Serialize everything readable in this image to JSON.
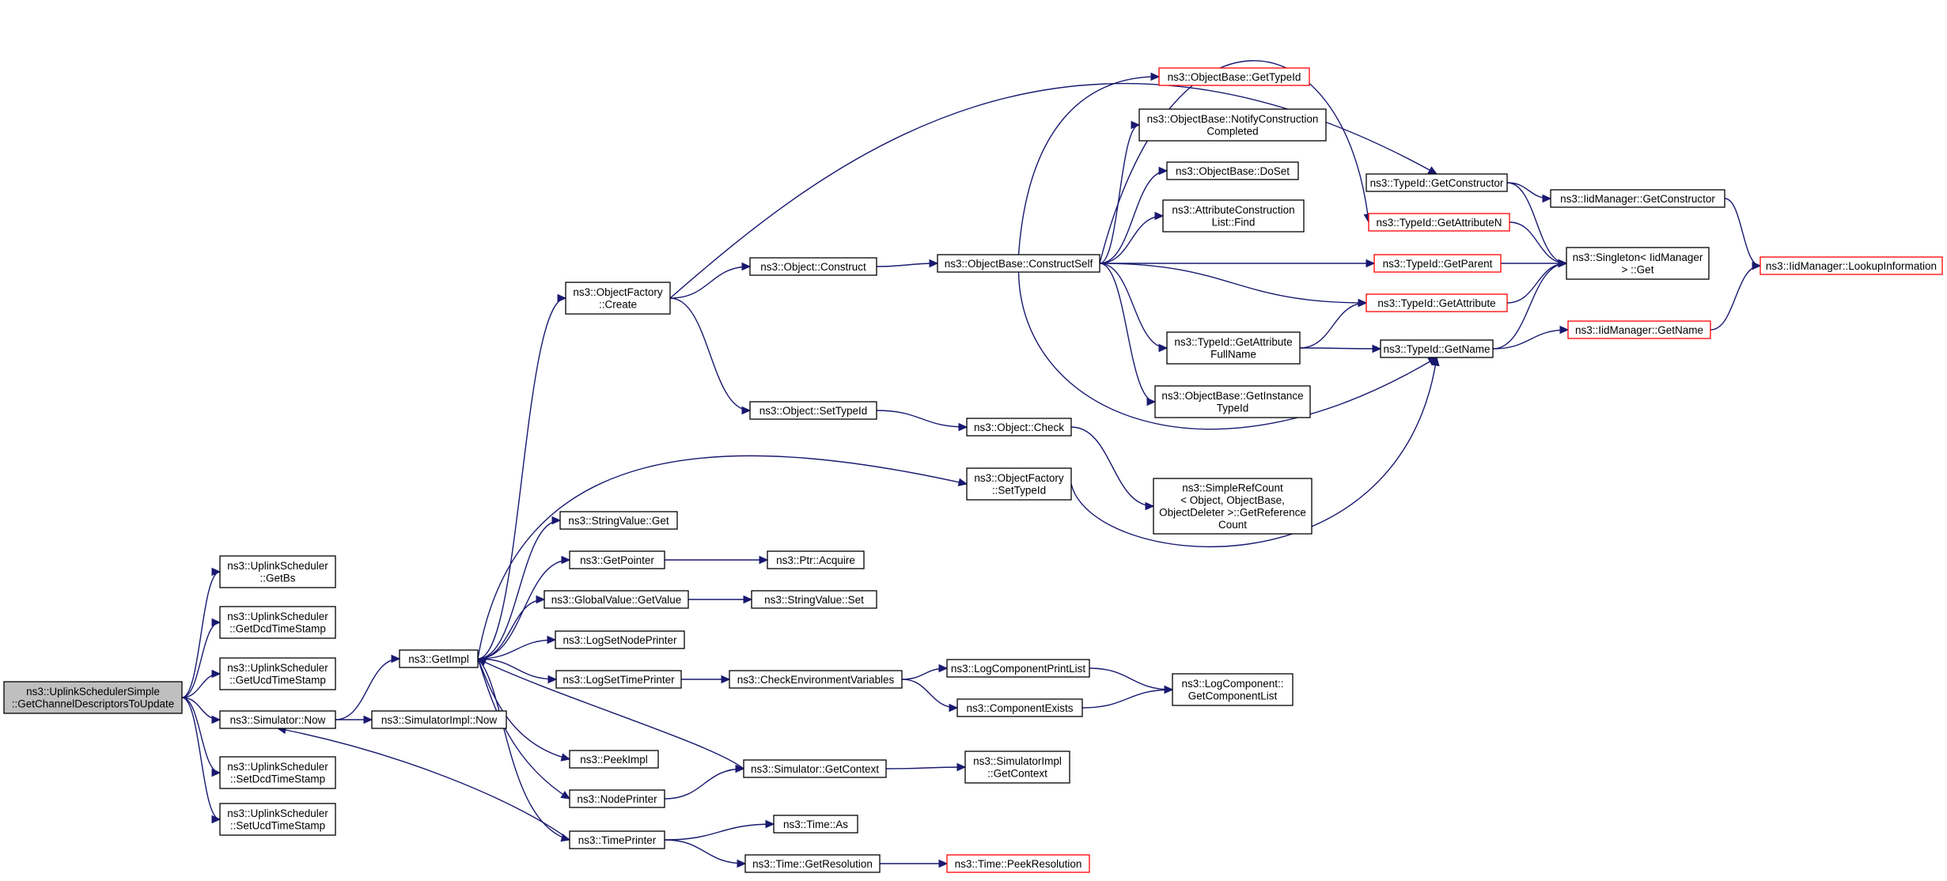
{
  "colors": {
    "edge": "#191970",
    "border": "#000000",
    "truncated_border": "#ff0000",
    "root_fill": "#bfbfbf"
  },
  "nodes": [
    {
      "id": "root",
      "lines": [
        "ns3::UplinkSchedulerSimple",
        "::GetChannelDescriptorsToUpdate"
      ],
      "style": "root"
    },
    {
      "id": "getbs",
      "lines": [
        "ns3::UplinkScheduler",
        "::GetBs"
      ]
    },
    {
      "id": "getdcd",
      "lines": [
        "ns3::UplinkScheduler",
        "::GetDcdTimeStamp"
      ]
    },
    {
      "id": "getucd",
      "lines": [
        "ns3::UplinkScheduler",
        "::GetUcdTimeStamp"
      ]
    },
    {
      "id": "simnow",
      "lines": [
        "ns3::Simulator::Now"
      ]
    },
    {
      "id": "setdcd",
      "lines": [
        "ns3::UplinkScheduler",
        "::SetDcdTimeStamp"
      ]
    },
    {
      "id": "setucd",
      "lines": [
        "ns3::UplinkScheduler",
        "::SetUcdTimeStamp"
      ]
    },
    {
      "id": "getimpl",
      "lines": [
        "ns3::GetImpl"
      ]
    },
    {
      "id": "simimplnow",
      "lines": [
        "ns3::SimulatorImpl::Now"
      ]
    },
    {
      "id": "ofcreate",
      "lines": [
        "ns3::ObjectFactory",
        "::Create"
      ]
    },
    {
      "id": "ofsettid",
      "lines": [
        "ns3::ObjectFactory",
        "::SetTypeId"
      ]
    },
    {
      "id": "strget",
      "lines": [
        "ns3::StringValue::Get"
      ]
    },
    {
      "id": "getpointer",
      "lines": [
        "ns3::GetPointer"
      ]
    },
    {
      "id": "gvgetvalue",
      "lines": [
        "ns3::GlobalValue::GetValue"
      ]
    },
    {
      "id": "lognode",
      "lines": [
        "ns3::LogSetNodePrinter"
      ]
    },
    {
      "id": "logtime",
      "lines": [
        "ns3::LogSetTimePrinter"
      ]
    },
    {
      "id": "peekimpl",
      "lines": [
        "ns3::PeekImpl"
      ]
    },
    {
      "id": "nodeprinter",
      "lines": [
        "ns3::NodePrinter"
      ]
    },
    {
      "id": "timeprinter",
      "lines": [
        "ns3::TimePrinter"
      ]
    },
    {
      "id": "objconstruct",
      "lines": [
        "ns3::Object::Construct"
      ]
    },
    {
      "id": "objsettid",
      "lines": [
        "ns3::Object::SetTypeId"
      ]
    },
    {
      "id": "ptracquire",
      "lines": [
        "ns3::Ptr::Acquire"
      ]
    },
    {
      "id": "strset",
      "lines": [
        "ns3::StringValue::Set"
      ]
    },
    {
      "id": "checkenv",
      "lines": [
        "ns3::CheckEnvironmentVariables"
      ]
    },
    {
      "id": "simgetctx",
      "lines": [
        "ns3::Simulator::GetContext"
      ]
    },
    {
      "id": "timeas",
      "lines": [
        "ns3::Time::As"
      ]
    },
    {
      "id": "timegetres",
      "lines": [
        "ns3::Time::GetResolution"
      ]
    },
    {
      "id": "obconstructself",
      "lines": [
        "ns3::ObjectBase::ConstructSelf"
      ]
    },
    {
      "id": "objcheck",
      "lines": [
        "ns3::Object::Check"
      ]
    },
    {
      "id": "logcomplist",
      "lines": [
        "ns3::LogComponentPrintList"
      ]
    },
    {
      "id": "compexists",
      "lines": [
        "ns3::ComponentExists"
      ]
    },
    {
      "id": "simimplctx",
      "lines": [
        "ns3::SimulatorImpl",
        "::GetContext"
      ]
    },
    {
      "id": "timepeekres",
      "lines": [
        "ns3::Time::PeekResolution"
      ],
      "style": "truncated"
    },
    {
      "id": "obgettid",
      "lines": [
        "ns3::ObjectBase::GetTypeId"
      ],
      "style": "truncated"
    },
    {
      "id": "obnotify",
      "lines": [
        "ns3::ObjectBase::NotifyConstruction",
        "Completed"
      ]
    },
    {
      "id": "obdoset",
      "lines": [
        "ns3::ObjectBase::DoSet"
      ]
    },
    {
      "id": "attrfind",
      "lines": [
        "ns3::AttributeConstruction",
        "List::Find"
      ]
    },
    {
      "id": "tidgetattrfull",
      "lines": [
        "ns3::TypeId::GetAttribute",
        "FullName"
      ]
    },
    {
      "id": "obgetinst",
      "lines": [
        "ns3::ObjectBase::GetInstance",
        "TypeId"
      ]
    },
    {
      "id": "simplerefcount",
      "lines": [
        "ns3::SimpleRefCount",
        "< Object, ObjectBase,",
        "ObjectDeleter >::GetReference",
        "Count"
      ]
    },
    {
      "id": "logcompget",
      "lines": [
        "ns3::LogComponent::",
        "GetComponentList"
      ]
    },
    {
      "id": "tidgetctor",
      "lines": [
        "ns3::TypeId::GetConstructor"
      ]
    },
    {
      "id": "tidgetattrn",
      "lines": [
        "ns3::TypeId::GetAttributeN"
      ],
      "style": "truncated"
    },
    {
      "id": "tidgetparent",
      "lines": [
        "ns3::TypeId::GetParent"
      ],
      "style": "truncated"
    },
    {
      "id": "tidgetattr",
      "lines": [
        "ns3::TypeId::GetAttribute"
      ],
      "style": "truncated"
    },
    {
      "id": "tidgetname",
      "lines": [
        "ns3::TypeId::GetName"
      ]
    },
    {
      "id": "iidgetctor",
      "lines": [
        "ns3::IidManager::GetConstructor"
      ]
    },
    {
      "id": "singletonget",
      "lines": [
        "ns3::Singleton< IidManager",
        "> ::Get"
      ]
    },
    {
      "id": "iidgetname",
      "lines": [
        "ns3::IidManager::GetName"
      ],
      "style": "truncated"
    },
    {
      "id": "iidlookup",
      "lines": [
        "ns3::IidManager::LookupInformation"
      ],
      "style": "truncated"
    }
  ],
  "edges": [
    [
      "root",
      "getbs"
    ],
    [
      "root",
      "getdcd"
    ],
    [
      "root",
      "getucd"
    ],
    [
      "root",
      "simnow"
    ],
    [
      "root",
      "setdcd"
    ],
    [
      "root",
      "setucd"
    ],
    [
      "simnow",
      "getimpl"
    ],
    [
      "simnow",
      "simimplnow"
    ],
    [
      "getimpl",
      "ofcreate"
    ],
    [
      "getimpl",
      "ofsettid"
    ],
    [
      "getimpl",
      "strget"
    ],
    [
      "getimpl",
      "getpointer"
    ],
    [
      "getimpl",
      "gvgetvalue"
    ],
    [
      "getimpl",
      "lognode"
    ],
    [
      "getimpl",
      "logtime"
    ],
    [
      "getimpl",
      "peekimpl"
    ],
    [
      "getimpl",
      "nodeprinter"
    ],
    [
      "getimpl",
      "timeprinter"
    ],
    [
      "ofcreate",
      "objconstruct"
    ],
    [
      "ofcreate",
      "objsettid"
    ],
    [
      "ofcreate",
      "tidgetctor"
    ],
    [
      "objconstruct",
      "obconstructself"
    ],
    [
      "objsettid",
      "objcheck"
    ],
    [
      "objcheck",
      "simplerefcount"
    ],
    [
      "getpointer",
      "ptracquire"
    ],
    [
      "gvgetvalue",
      "strset"
    ],
    [
      "logtime",
      "checkenv"
    ],
    [
      "checkenv",
      "logcomplist"
    ],
    [
      "checkenv",
      "compexists"
    ],
    [
      "logcomplist",
      "logcompget"
    ],
    [
      "compexists",
      "logcompget"
    ],
    [
      "nodeprinter",
      "simgetctx"
    ],
    [
      "simgetctx",
      "getimpl"
    ],
    [
      "simgetctx",
      "simimplctx"
    ],
    [
      "timeprinter",
      "simnow"
    ],
    [
      "timeprinter",
      "timeas"
    ],
    [
      "timeprinter",
      "timegetres"
    ],
    [
      "timegetres",
      "timepeekres"
    ],
    [
      "ofsettid",
      "tidgetname"
    ],
    [
      "obconstructself",
      "obgettid"
    ],
    [
      "obconstructself",
      "obnotify"
    ],
    [
      "obconstructself",
      "obdoset"
    ],
    [
      "obconstructself",
      "attrfind"
    ],
    [
      "obconstructself",
      "tidgetattrfull"
    ],
    [
      "obconstructself",
      "obgetinst"
    ],
    [
      "obconstructself",
      "tidgetparent"
    ],
    [
      "obconstructself",
      "tidgetattr"
    ],
    [
      "obconstructself",
      "tidgetname"
    ],
    [
      "obconstructself",
      "tidgetattrn"
    ],
    [
      "tidgetattrfull",
      "tidgetattr"
    ],
    [
      "tidgetattrfull",
      "tidgetname"
    ],
    [
      "tidgetctor",
      "iidgetctor"
    ],
    [
      "tidgetctor",
      "singletonget"
    ],
    [
      "tidgetattrn",
      "singletonget"
    ],
    [
      "tidgetparent",
      "singletonget"
    ],
    [
      "tidgetattr",
      "singletonget"
    ],
    [
      "tidgetname",
      "singletonget"
    ],
    [
      "tidgetname",
      "iidgetname"
    ],
    [
      "iidgetctor",
      "iidlookup"
    ],
    [
      "iidgetname",
      "iidlookup"
    ]
  ]
}
